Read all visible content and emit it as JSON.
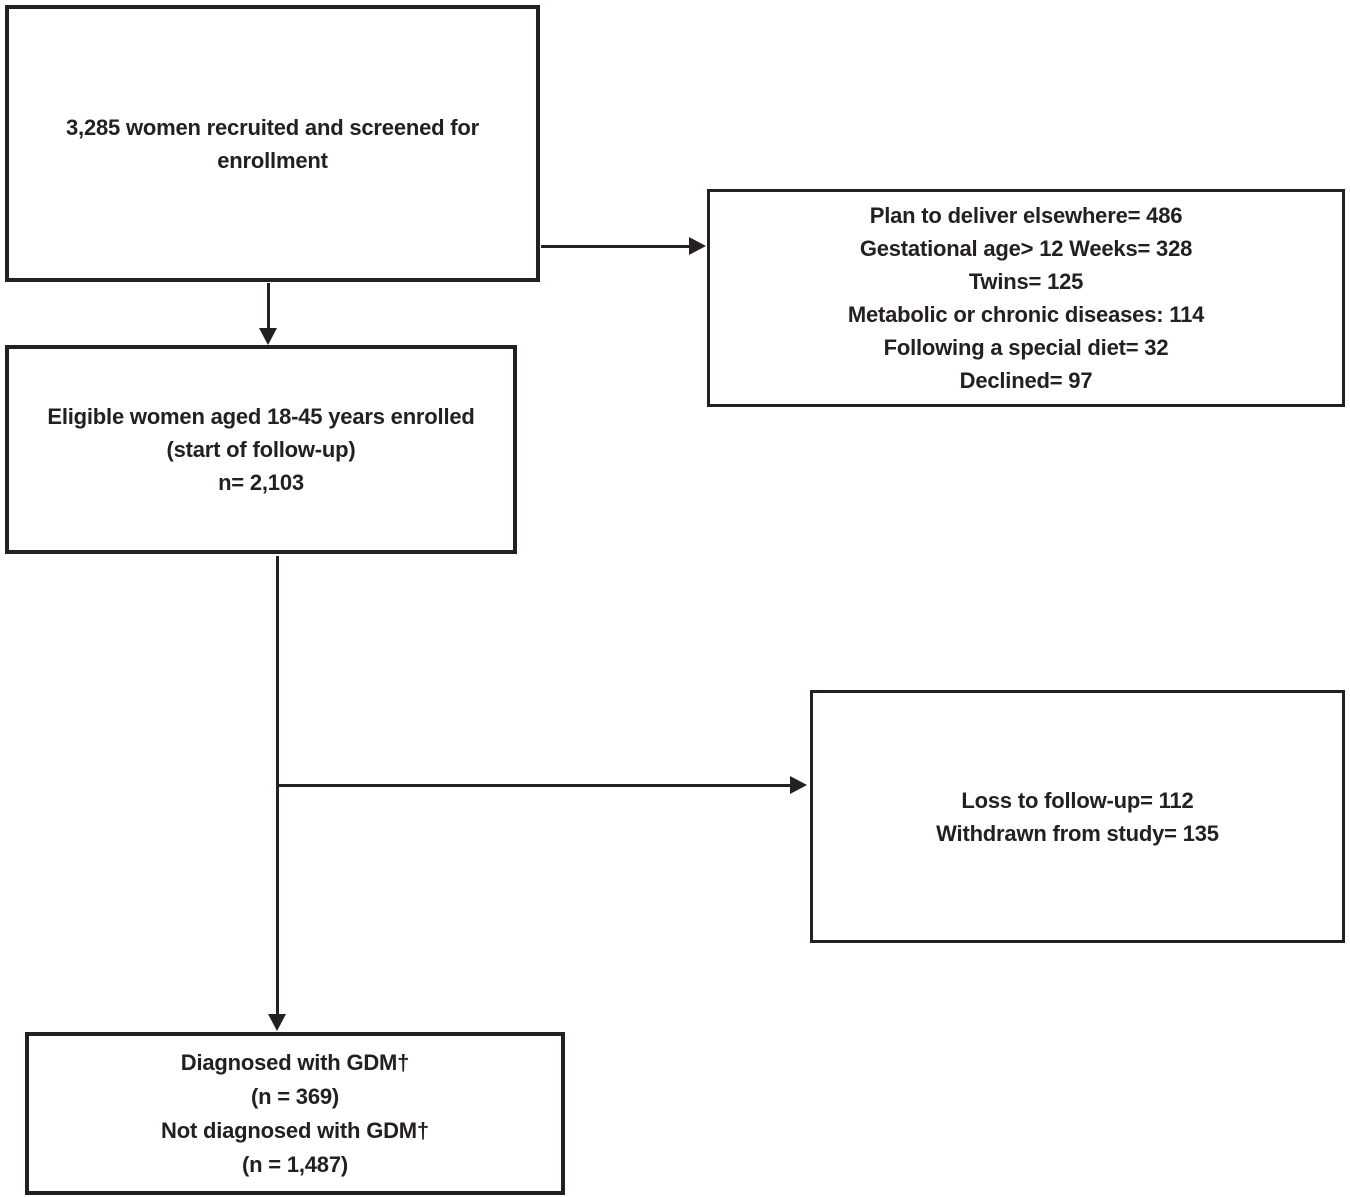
{
  "figure": {
    "type": "flowchart",
    "description": "Study enrollment flow diagram",
    "colors": {
      "ink": "#242021",
      "background": "#ffffff"
    },
    "boxes": {
      "recruited": {
        "lines": [
          "3,285 women recruited and screened for",
          "enrollment"
        ]
      },
      "excluded": {
        "lines": [
          "Plan to deliver elsewhere= 486",
          "Gestational age> 12 Weeks= 328",
          "Twins= 125",
          "Metabolic or chronic diseases: 114",
          "Following a special diet= 32",
          "Declined= 97"
        ]
      },
      "eligible": {
        "lines": [
          "Eligible women aged 18-45 years enrolled",
          "(start of follow-up)",
          "n= 2,103"
        ]
      },
      "attrition": {
        "lines": [
          "Loss to follow-up= 112",
          "Withdrawn from study= 135"
        ]
      },
      "outcome": {
        "lines": [
          "Diagnosed with GDM†",
          "(n = 369)",
          "Not diagnosed with GDM†",
          "(n = 1,487)"
        ]
      }
    }
  }
}
